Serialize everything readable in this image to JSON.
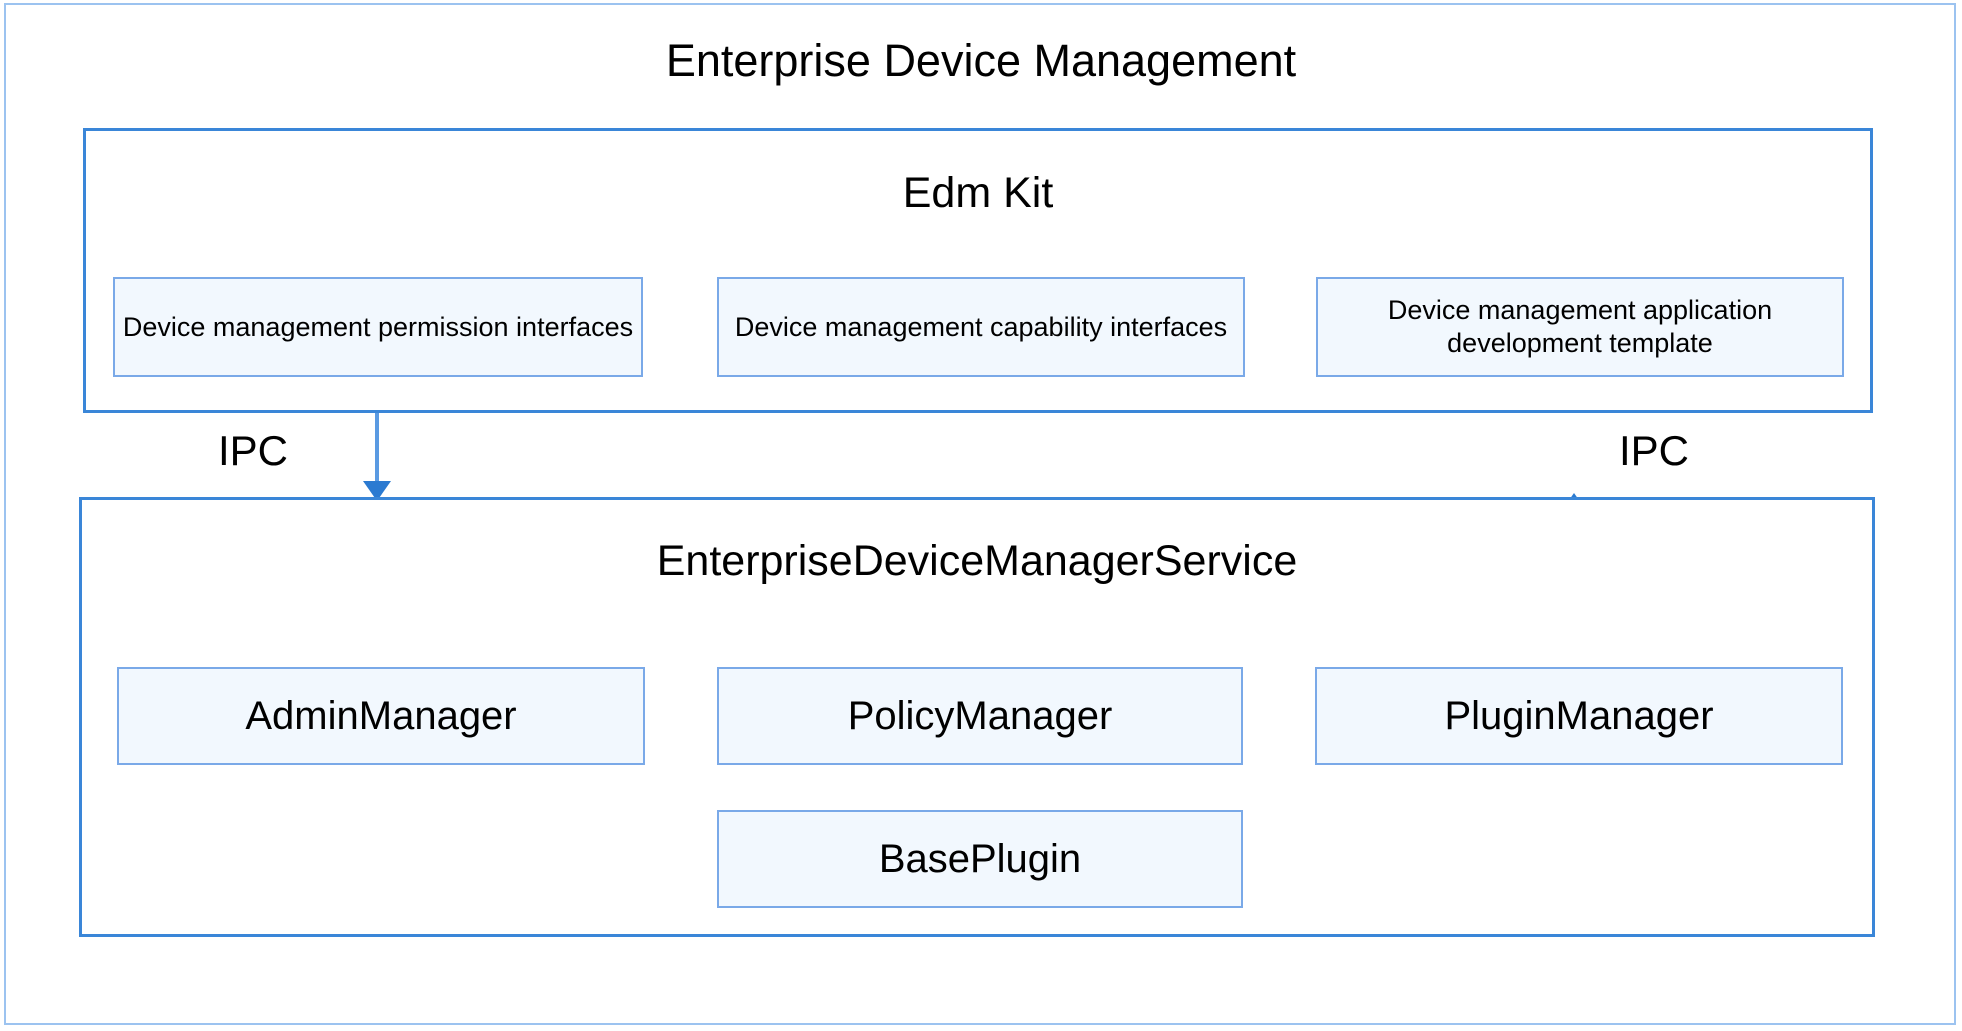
{
  "diagram": {
    "title": "Enterprise Device Management",
    "colors": {
      "outer_frame_border": "#9cc3f0",
      "section_border": "#3a86d8",
      "leaf_border": "#7aa9e8",
      "leaf_fill": "#f2f8fe",
      "connector": "#5a9ae2",
      "arrow_head": "#2b7ad1",
      "text": "#000000",
      "background": "#ffffff"
    }
  },
  "edm_kit": {
    "title": "Edm Kit",
    "items": [
      {
        "label": "Device management permission interfaces"
      },
      {
        "label": "Device management capability interfaces"
      },
      {
        "label": "Device management application development template"
      }
    ]
  },
  "service": {
    "title": "EnterpriseDeviceManagerService",
    "items": [
      {
        "label": "AdminManager"
      },
      {
        "label": "PolicyManager"
      },
      {
        "label": "PluginManager"
      },
      {
        "label": "BasePlugin"
      }
    ]
  },
  "connectors": [
    {
      "label": "IPC",
      "direction": "down",
      "from": "edm-kit",
      "to": "service"
    },
    {
      "label": "IPC",
      "direction": "up",
      "from": "service",
      "to": "edm-kit"
    }
  ]
}
